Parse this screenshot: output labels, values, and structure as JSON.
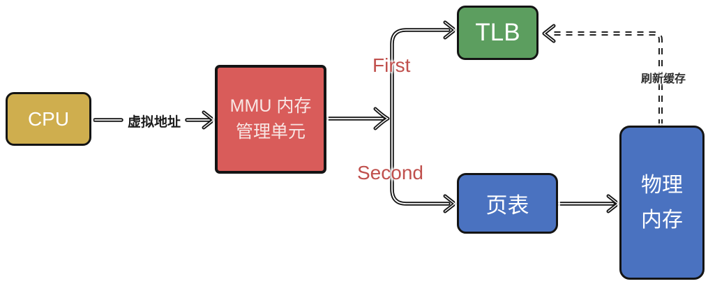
{
  "diagram": {
    "title": "MMU address translation diagram",
    "background": "#ffffff",
    "nodes": {
      "cpu": {
        "label": "CPU",
        "color": "#CFAE4E",
        "text_color": "#ffffff"
      },
      "mmu": {
        "label": "MMU 内存管理单元",
        "line1": "MMU 内存",
        "line2": "管理单元",
        "color": "#D95C5A",
        "text_color": "#F8E6E4"
      },
      "tlb": {
        "label": "TLB",
        "color": "#5C9E5F",
        "text_color": "#ffffff"
      },
      "page_table": {
        "label": "页表",
        "color": "#4A72C0",
        "text_color": "#ffffff"
      },
      "physical_memory": {
        "label": "物理内存",
        "line1": "物理",
        "line2": "内存",
        "color": "#4A72C0",
        "text_color": "#ffffff"
      }
    },
    "edge_labels": {
      "virtual_address": {
        "text": "虚拟地址",
        "color": "#1b1b1b"
      },
      "first": {
        "text": "First",
        "color": "#C0504D"
      },
      "second": {
        "text": "Second",
        "color": "#C0504D"
      },
      "refresh_cache": {
        "text": "刷新缓存",
        "color": "#2e2e2e"
      }
    },
    "edges": [
      {
        "from": "cpu",
        "to": "mmu",
        "label": "虚拟地址",
        "style": "solid"
      },
      {
        "from": "mmu",
        "to": "tlb",
        "label": "First",
        "style": "solid"
      },
      {
        "from": "mmu",
        "to": "page_table",
        "label": "Second",
        "style": "solid"
      },
      {
        "from": "page_table",
        "to": "physical_memory",
        "label": "",
        "style": "solid"
      },
      {
        "from": "physical_memory",
        "to": "tlb",
        "label": "刷新缓存",
        "style": "dashed"
      }
    ]
  }
}
